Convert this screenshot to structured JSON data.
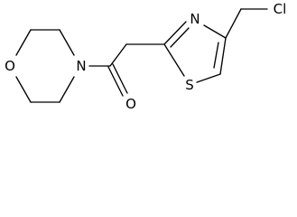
{
  "molecule": {
    "atoms": {
      "morpholine_oxygen": "O",
      "morpholine_nitrogen": "N",
      "carbonyl_oxygen": "O",
      "thiazole_sulfur": "S",
      "thiazole_nitrogen": "N",
      "chlorine": "Cl"
    }
  }
}
